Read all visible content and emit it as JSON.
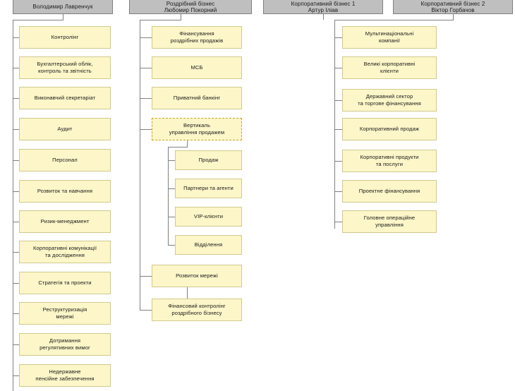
{
  "colors": {
    "header_fill": "#bfbfbf",
    "header_border": "#7f7f7f",
    "node_fill": "#fcf6c8",
    "node_border": "#cfc98f",
    "dashed_border": "#c9a227",
    "connector": "#808080",
    "page_background": "#ffffff"
  },
  "chart_data": {
    "type": "diagram",
    "title": "",
    "columns": [
      {
        "id": "col1",
        "header": "Володимир Лавренчук",
        "nodes": [
          "Контролінг",
          "Бухгалтерський облік, контроль та звітність",
          "Виконавчий секретаріат",
          "Аудит",
          "Персонал",
          "Розвиток та навчання",
          "Ризик-менеджмент",
          "Корпоративні комунікації та дослідження",
          "Стратегія та проекти",
          "Реструктуризація мережі",
          "Дотримання регулятивних вимог",
          "Недержавне пенсійне забезпечення"
        ]
      },
      {
        "id": "col2",
        "header": "Роздрібний бізнес Любомир Покорний",
        "nodes": [
          "Фінансування роздрібних продажів",
          "МСБ",
          "Приватний банкінг",
          "Вертикаль управління продажем",
          "Розвиток мережі",
          "Фінансовий контролінг роздрібного бізнесу"
        ],
        "subnodes": [
          "Продаж",
          "Партнери та агенти",
          "VIP-клієнти",
          "Відділення"
        ]
      },
      {
        "id": "col3",
        "header": "Корпоративний бізнес 1 Артур Іліав",
        "nodes": []
      },
      {
        "id": "col4",
        "header": "Корпоративний бізнес 2 Віктор Горбачов",
        "nodes": [
          "Мультинаціональні компанії",
          "Великі корпоративні клієнти",
          "Державний сектор та торгове фінансування",
          "Корпоративний продаж",
          "Корпоративні продукти та послуги",
          "Проектне фінансування",
          "Головне операційне управління"
        ]
      }
    ]
  },
  "headers": {
    "h1": {
      "line1": "Володимир Лавренчук",
      "line2": ""
    },
    "h2": {
      "line1": "Роздрібний бізнес",
      "line2": "Любомир Покорний"
    },
    "h3": {
      "line1": "Корпоративний бізнес 1",
      "line2": "Артур Іліав"
    },
    "h4": {
      "line1": "Корпоративний бізнес 2",
      "line2": "Віктор Горбачов"
    }
  },
  "col1": {
    "n0": "Контролінг",
    "n1_line1": "Бухгалтерський облік,",
    "n1_line2": "контроль та звітність",
    "n2": "Виконавчий секретаріат",
    "n3": "Аудит",
    "n4": "Персонал",
    "n5": "Розвиток та навчання",
    "n6": "Ризик-менеджмент",
    "n7_line1": "Корпоративні комунікації",
    "n7_line2": "та дослідження",
    "n8": "Стратегія та проекти",
    "n9_line1": "Реструктуризація",
    "n9_line2": "мережі",
    "n10_line1": "Дотримання",
    "n10_line2": "регулятивних вимог",
    "n11_line1": "Недержавне",
    "n11_line2": "пенсійне забезпечення"
  },
  "col2": {
    "n0_line1": "Фінансування",
    "n0_line2": "роздрібних продажів",
    "n1": "МСБ",
    "n2": "Приватний банкінг",
    "n3_line1": "Вертикаль",
    "n3_line2": "управління продажем",
    "s0": "Продаж",
    "s1": "Партнери та агенти",
    "s2": "VIP-клієнти",
    "s3": "Відділення",
    "n4": "Розвиток мережі",
    "n5_line1": "Фінансовий контролінг",
    "n5_line2": "роздрібного бізнесу"
  },
  "col3": {
    "n0_line1": "Мультинаціональні",
    "n0_line2": "компанії",
    "n1_line1": "Великі корпоративні",
    "n1_line2": "клієнти",
    "n2_line1": "Державний сектор",
    "n2_line2": "та торгове фінансування",
    "n3": "Корпоративний продаж",
    "n4_line1": "Корпоративні продукти",
    "n4_line2": "та послуги",
    "n5": "Проектне фінансування",
    "n6_line1": "Головне операційне",
    "n6_line2": "управління"
  }
}
